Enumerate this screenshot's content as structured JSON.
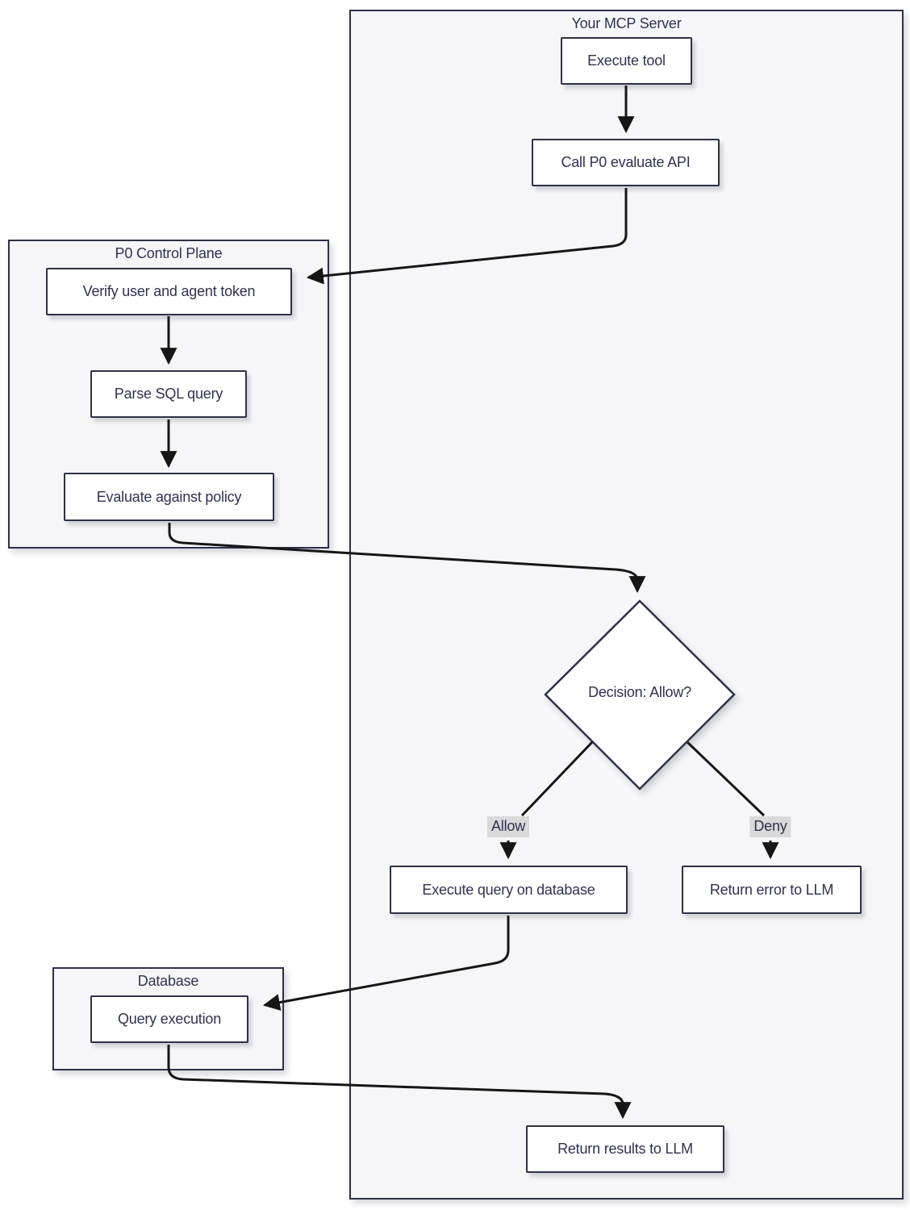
{
  "diagram": {
    "containers": {
      "mcp": {
        "label": "Your MCP Server"
      },
      "p0": {
        "label": "P0 Control Plane"
      },
      "db": {
        "label": "Database"
      }
    },
    "nodes": {
      "execute_tool": {
        "label": "Execute tool"
      },
      "call_api": {
        "label": "Call P0 evaluate API"
      },
      "verify_token": {
        "label": "Verify user and agent token"
      },
      "parse_sql": {
        "label": "Parse SQL query"
      },
      "evaluate_policy": {
        "label": "Evaluate against policy"
      },
      "decision": {
        "label": "Decision: Allow?"
      },
      "execute_query": {
        "label": "Execute query on database"
      },
      "return_error": {
        "label": "Return error to LLM"
      },
      "query_execution": {
        "label": "Query execution"
      },
      "return_results": {
        "label": "Return results to LLM"
      }
    },
    "edge_labels": {
      "allow": {
        "label": "Allow"
      },
      "deny": {
        "label": "Deny"
      }
    },
    "colors": {
      "container_fill": "#f6f6f9",
      "border": "#2e3148",
      "node_fill": "#ffffff",
      "text": "#2f3250",
      "edge": "#161616",
      "edge_label_bg": "#d9d9d9",
      "page_bg": "#ffffff"
    }
  }
}
